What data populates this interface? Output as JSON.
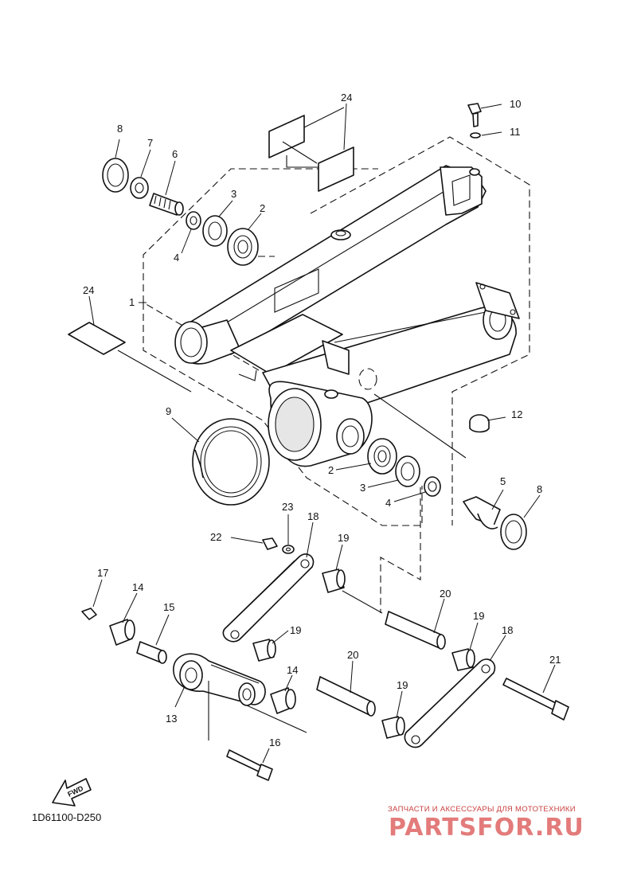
{
  "diagram_code": "1D61100-D250",
  "fwd_arrow_label": "FWD",
  "watermark": {
    "tagline": "ЗАПЧАСТИ И АКСЕССУАРЫ ДЛЯ МОТОТЕХНИКИ",
    "logo": "PARTSFOR.RU",
    "color": "#e37b7b"
  },
  "callouts": {
    "c1": "1",
    "c2a": "2",
    "c2b": "2",
    "c3a": "3",
    "c3b": "3",
    "c4a": "4",
    "c4b": "4",
    "c5": "5",
    "c6": "6",
    "c7": "7",
    "c8a": "8",
    "c8b": "8",
    "c9": "9",
    "c10": "10",
    "c11": "11",
    "c12": "12",
    "c13": "13",
    "c14a": "14",
    "c14b": "14",
    "c15": "15",
    "c16": "16",
    "c17": "17",
    "c18a": "18",
    "c18b": "18",
    "c19a": "19",
    "c19b": "19",
    "c19c": "19",
    "c19d": "19",
    "c20a": "20",
    "c20b": "20",
    "c21": "21",
    "c22": "22",
    "c23": "23",
    "c24a": "24",
    "c24b": "24"
  }
}
